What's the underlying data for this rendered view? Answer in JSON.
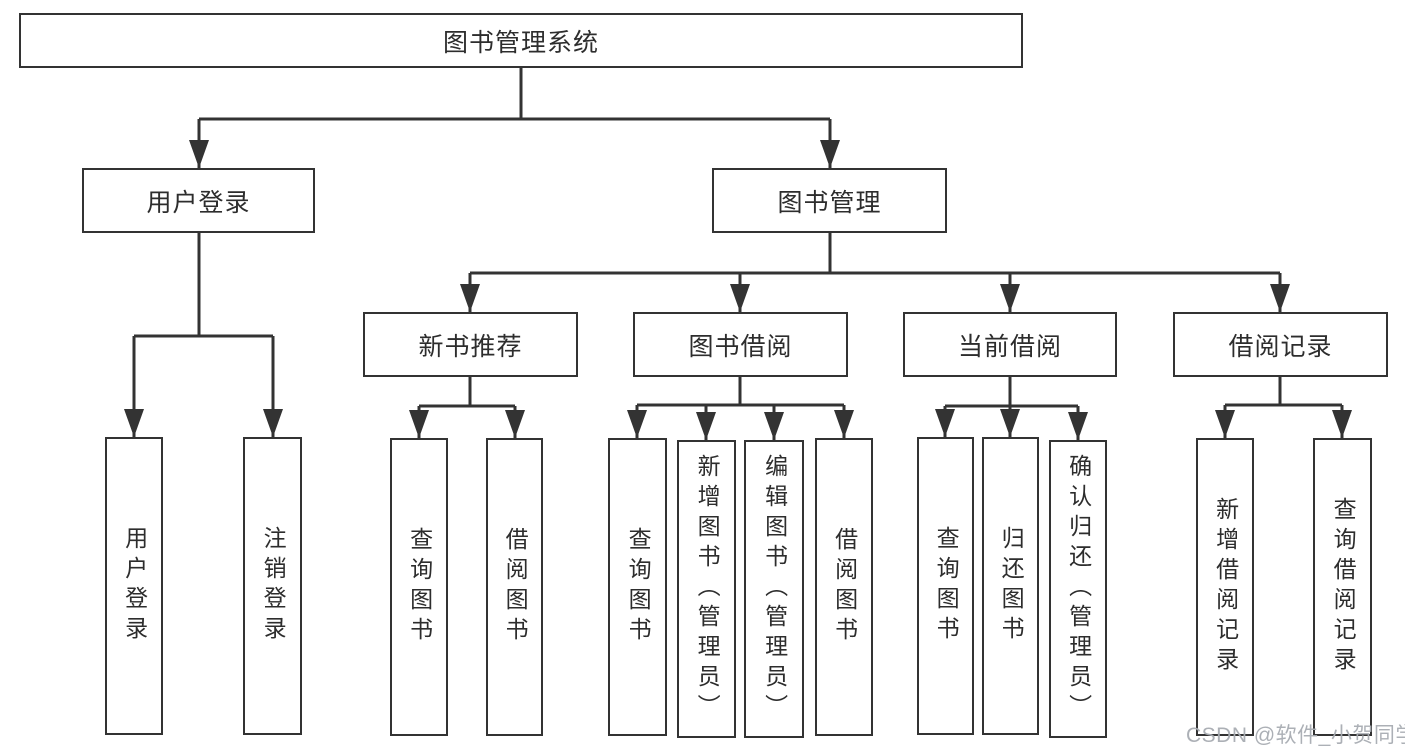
{
  "watermark": {
    "text": "CSDN @软件_小贺同学"
  },
  "colors": {
    "line": "#333333",
    "node_border": "#333333",
    "text": "#2d2d2d",
    "watermark_text": "#a8acb2",
    "background": "#ffffff"
  },
  "tree": {
    "root": {
      "label": "图书管理系统"
    },
    "children": [
      {
        "label": "用户登录",
        "leaves": [
          "用户登录",
          "注销登录"
        ]
      },
      {
        "label": "图书管理",
        "children": [
          {
            "label": "新书推荐",
            "leaves": [
              "查询图书",
              "借阅图书"
            ]
          },
          {
            "label": "图书借阅",
            "leaves": [
              "查询图书",
              "新增图书（管理员）",
              "编辑图书（管理员）",
              "借阅图书"
            ]
          },
          {
            "label": "当前借阅",
            "leaves": [
              "查询图书",
              "归还图书",
              "确认归还（管理员）"
            ]
          },
          {
            "label": "借阅记录",
            "leaves": [
              "新增借阅记录",
              "查询借阅记录"
            ]
          }
        ]
      }
    ]
  }
}
